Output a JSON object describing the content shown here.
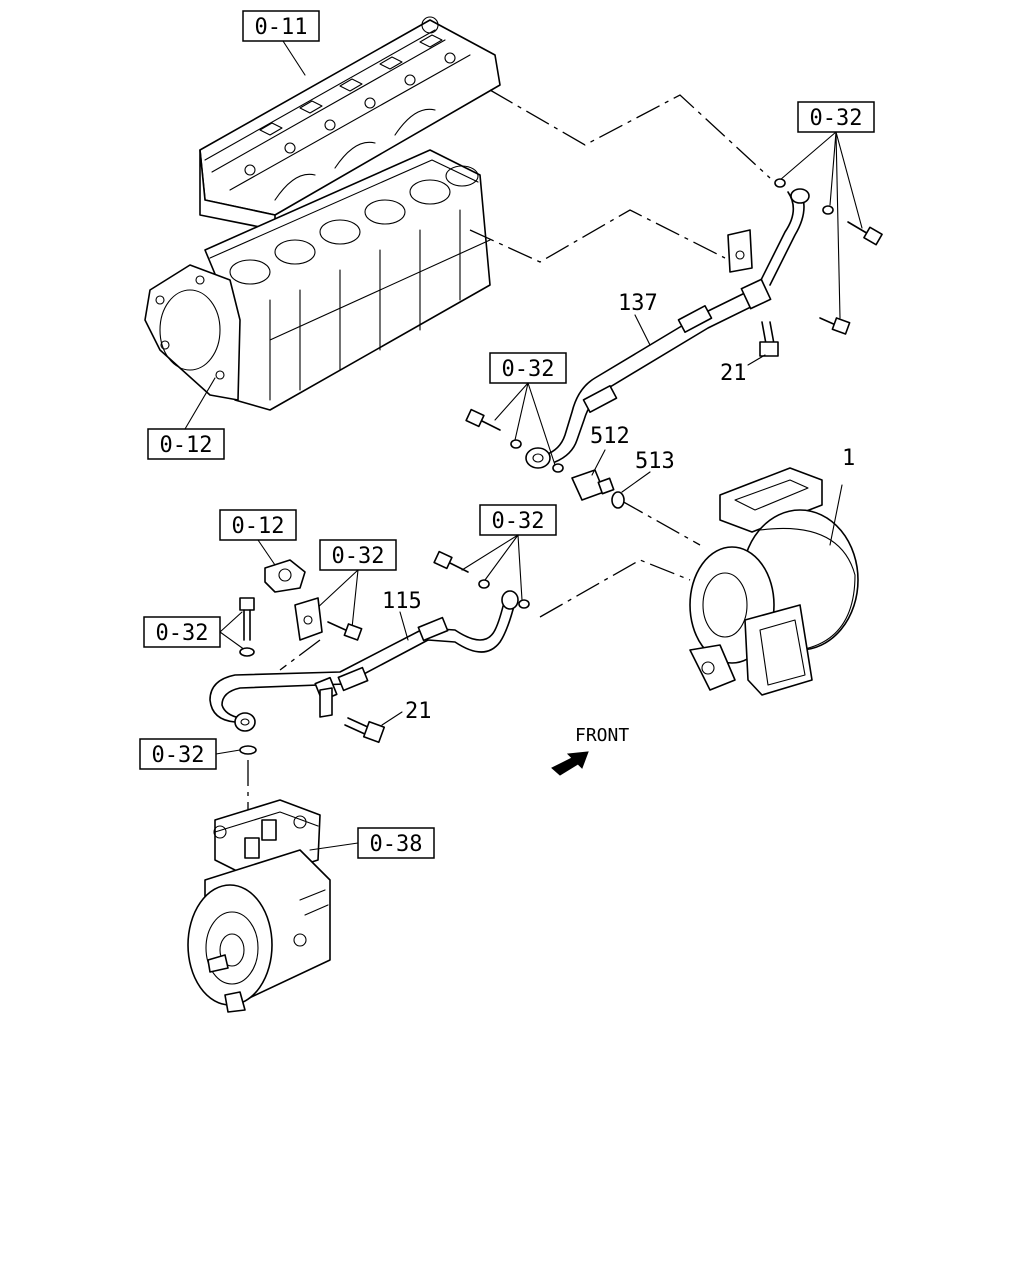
{
  "refs": {
    "cylinder_head": "0-11",
    "cylinder_block": "0-12",
    "fitting_top_right": "0-32",
    "fitting_mid_left": "0-32",
    "fitting_mid_center": "0-32",
    "gear_case": "0-12",
    "bracket_fitting": "0-32",
    "bolt_left": "0-32",
    "washer_lower": "0-32",
    "air_compressor": "0-38"
  },
  "parts": {
    "turbocharger": "1",
    "bolt_upper": "21",
    "bolt_lower": "21",
    "oil_pipe_upper": "137",
    "oil_pipe_lower": "115",
    "connector": "512",
    "gasket": "513"
  },
  "direction": "FRONT"
}
